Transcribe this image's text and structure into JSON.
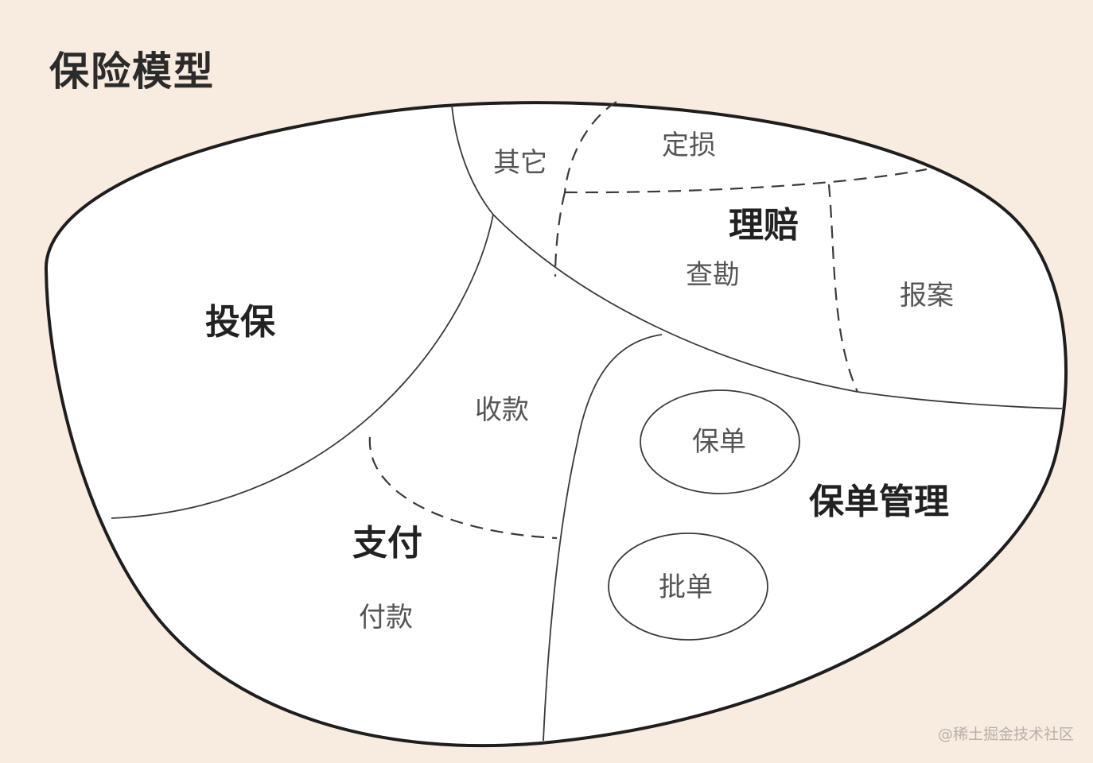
{
  "title": "保险模型",
  "watermark": "@稀土掘金技术社区",
  "regions": {
    "toubao": "投保",
    "lipei": "理赔",
    "zhifu": "支付",
    "baodanguanli": "保单管理"
  },
  "subregions": {
    "qita": "其它",
    "dingsun": "定损",
    "chakan": "查勘",
    "baoan": "报案",
    "shoukuan": "收款",
    "fukuan": "付款",
    "baodan": "保单",
    "pidan": "批单"
  }
}
